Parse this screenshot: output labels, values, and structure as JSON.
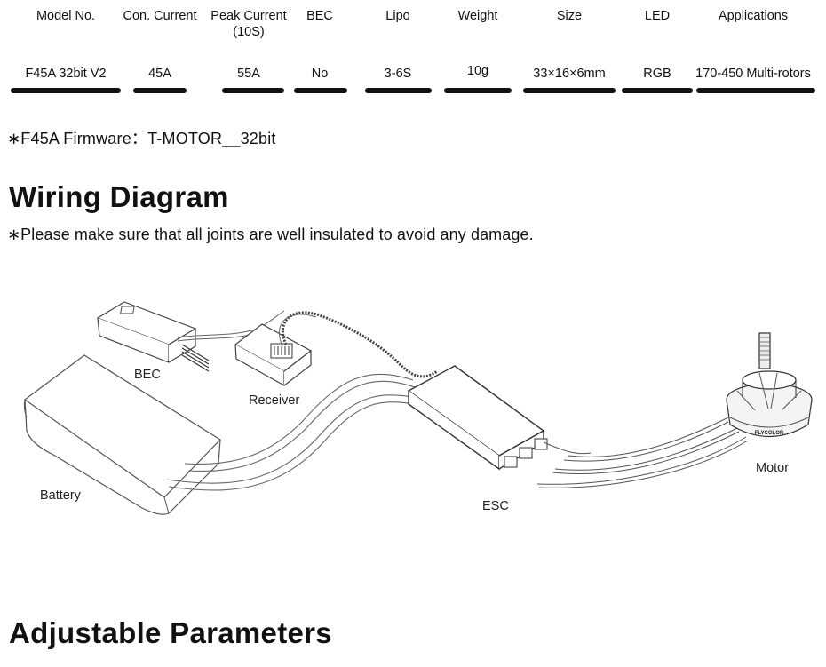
{
  "specs": {
    "columns": [
      {
        "header": "Model No.",
        "value": "F45A 32bit V2"
      },
      {
        "header": "Con. Current",
        "value": "45A"
      },
      {
        "header": "Peak Current",
        "header2": "(10S)",
        "value": "55A"
      },
      {
        "header": "BEC",
        "value": "No"
      },
      {
        "header": "Lipo",
        "value": "3-6S"
      },
      {
        "header": "Weight",
        "value": "10g"
      },
      {
        "header": "Size",
        "value": "33×16×6mm"
      },
      {
        "header": "LED",
        "value": "RGB"
      },
      {
        "header": "Applications",
        "value": "170-450 Multi-rotors"
      }
    ]
  },
  "firmware_note": "∗F45A Firmware：T-MOTOR__32bit",
  "wiring": {
    "heading": "Wiring Diagram",
    "note": "∗Please make sure that all joints are well insulated to avoid any damage.",
    "labels": {
      "bec": "BEC",
      "receiver": "Receiver",
      "battery": "Battery",
      "esc": "ESC",
      "motor": "Motor",
      "motor_brand": "FLYCOLOR"
    }
  },
  "adjustable": {
    "heading": "Adjustable Parameters"
  }
}
